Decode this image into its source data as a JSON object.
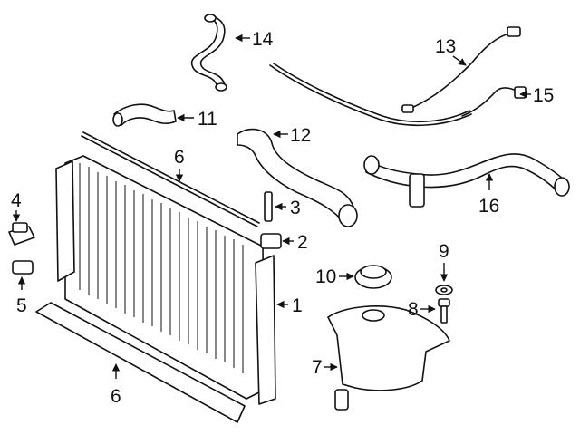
{
  "diagram": {
    "callouts": [
      {
        "id": "c1",
        "label": "1"
      },
      {
        "id": "c2",
        "label": "2"
      },
      {
        "id": "c3",
        "label": "3"
      },
      {
        "id": "c4",
        "label": "4"
      },
      {
        "id": "c5",
        "label": "5"
      },
      {
        "id": "c6a",
        "label": "6"
      },
      {
        "id": "c6b",
        "label": "6"
      },
      {
        "id": "c7",
        "label": "7"
      },
      {
        "id": "c8",
        "label": "8"
      },
      {
        "id": "c9",
        "label": "9"
      },
      {
        "id": "c10",
        "label": "10"
      },
      {
        "id": "c11",
        "label": "11"
      },
      {
        "id": "c12",
        "label": "12"
      },
      {
        "id": "c13",
        "label": "13"
      },
      {
        "id": "c14",
        "label": "14"
      },
      {
        "id": "c15",
        "label": "15"
      },
      {
        "id": "c16",
        "label": "16"
      }
    ]
  }
}
